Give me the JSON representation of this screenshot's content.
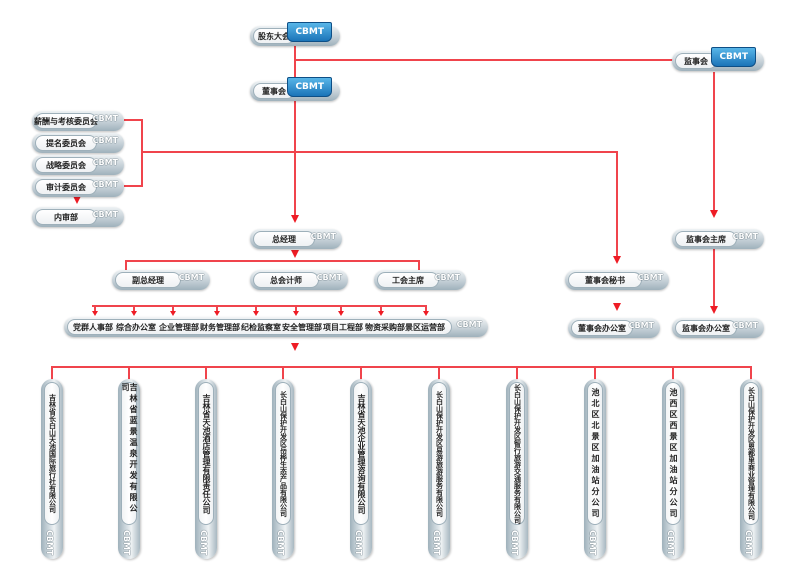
{
  "brand_tag": "CBMT",
  "colors": {
    "connector": "#f0444c",
    "arrow": "#ee1c25",
    "brand_blue": "#1b74b8"
  },
  "top": {
    "shareholders": "股东大会",
    "board": "董事会",
    "supervisory_board": "监事会"
  },
  "committees": [
    {
      "label": "薪酬与考核委员会"
    },
    {
      "label": "提名委员会"
    },
    {
      "label": "战略委员会"
    },
    {
      "label": "审计委员会"
    }
  ],
  "internal_audit": "内审部",
  "management": {
    "general_manager": "总经理",
    "deputy_gm": "副总经理",
    "chief_accountant": "总会计师",
    "union_chair": "工会主席"
  },
  "board_secretary": "董事会秘书",
  "board_office": "董事会办公室",
  "supervisory_chair": "监事会主席",
  "supervisory_office": "监事会办公室",
  "departments": [
    "党群人事部",
    "综合办公室",
    "企业管理部",
    "财务管理部",
    "纪检监察室",
    "安全管理部",
    "项目工程部",
    "物资采购部",
    "景区运营部"
  ],
  "subsidiaries": [
    "吉林省长白山天池国际旅行社有限公司",
    "吉林省蓝景温泉开发有限公司",
    "吉林省天池酒店管理有限责任公司",
    "长白山保护开发区岳桦生态产品有限公司",
    "吉林省天池企业管理咨询有限公司",
    "长白山保护开发区易游旅游服务有限公司",
    "长白山保护开发区智行旅游交通服务有限公司",
    "池北区北景区加油站分公司",
    "池西区西景区加油站分公司",
    "长白山保护开发区恩都里商业管理有限公司"
  ]
}
